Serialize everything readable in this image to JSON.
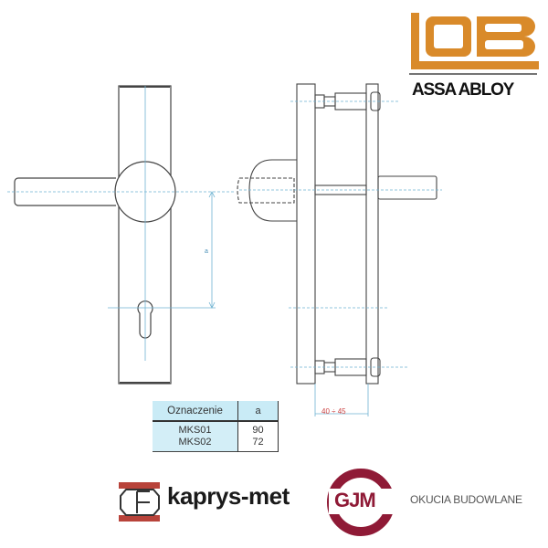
{
  "brands": {
    "lob_logo": "LOB",
    "assa_abloy": "ASSA ABLOY",
    "kaprys_met": "kaprys-met",
    "gjm": "GJM",
    "gjm_tagline": "OKUCIA BUDOWLANE"
  },
  "drawing": {
    "dimension_a_label": "a",
    "door_thickness_label": "40 ÷ 45"
  },
  "table": {
    "headers": [
      "Oznaczenie",
      "a"
    ],
    "rows": [
      {
        "code": "MKS01",
        "a": "90"
      },
      {
        "code": "MKS02",
        "a": "72"
      }
    ]
  },
  "colors": {
    "lob_orange": "#d98a2a",
    "gjm_red": "#8f1a36",
    "centerline_blue": "#6fb3d2",
    "dimension_red": "#c44444"
  }
}
